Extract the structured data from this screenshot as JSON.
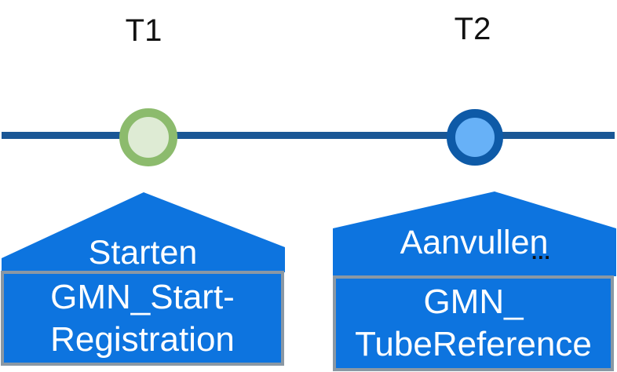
{
  "timepoints": [
    {
      "label": "T1"
    },
    {
      "label": "T2"
    }
  ],
  "events": [
    {
      "phase_label": "Starten",
      "box_line1": "GMN_Start-",
      "box_line2": "Registration"
    },
    {
      "phase_label": "Aanvullen",
      "ellipsis": "...",
      "box_line1": "GMN_",
      "box_line2": "TubeReference"
    }
  ],
  "colors": {
    "shape_blue": "#0D74DF",
    "timeline_blue": "#1A5796",
    "box_border_gray": "#8A98A4",
    "marker_green_ring": "#8CBB6D",
    "marker_green_fill": "#DEEBD4",
    "marker_blue_ring": "#0E5AA7",
    "marker_blue_fill": "#67B1F7",
    "label_text": "#111111",
    "box_text": "#FFFFFF"
  }
}
